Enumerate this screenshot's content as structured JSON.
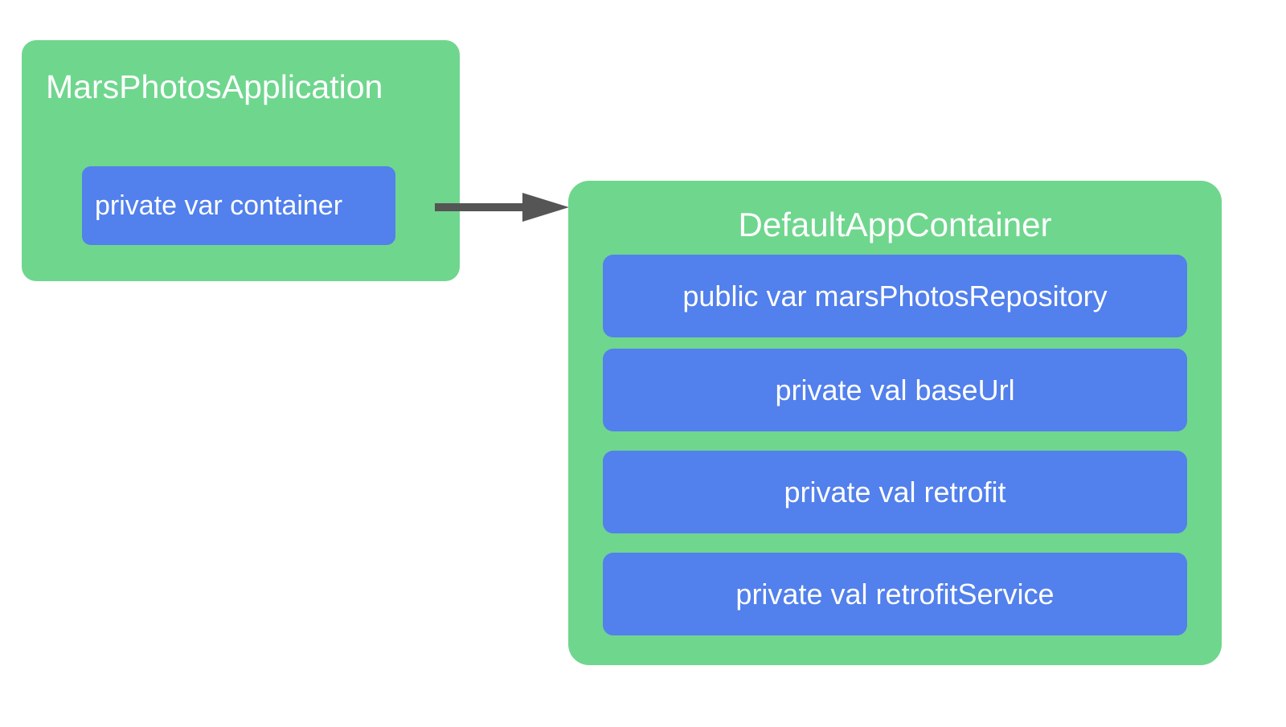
{
  "diagram": {
    "type": "class-relationship",
    "title": "MarsPhotos dependency container diagram",
    "colors": {
      "class_block": "#6FD68E",
      "member_block": "#5280EC",
      "text": "#FFFFFF",
      "arrow": "#555555",
      "background": "#FFFFFF"
    },
    "classes": [
      {
        "id": "mars-photos-application",
        "name": "MarsPhotosApplication",
        "members": [
          {
            "id": "container",
            "label": "private var container"
          }
        ]
      },
      {
        "id": "default-app-container",
        "name": "DefaultAppContainer",
        "members": [
          {
            "id": "mars-photos-repository",
            "label": "public var marsPhotosRepository"
          },
          {
            "id": "base-url",
            "label": "private val baseUrl"
          },
          {
            "id": "retrofit",
            "label": "private val retrofit"
          },
          {
            "id": "retrofit-service",
            "label": "private val retrofitService"
          }
        ]
      }
    ],
    "connections": [
      {
        "id": "container-to-default-app-container",
        "from": "container",
        "to": "default-app-container",
        "style": "solid-arrow"
      }
    ]
  }
}
